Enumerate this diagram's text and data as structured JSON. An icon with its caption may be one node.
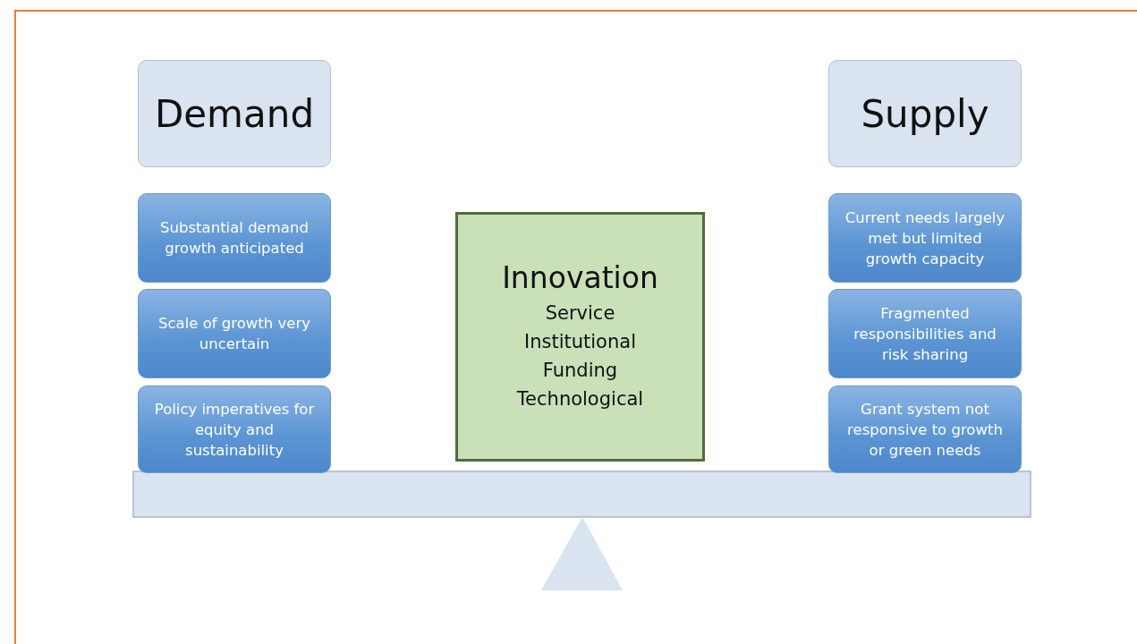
{
  "diagram": {
    "nodes": [
      {
        "text": [
          "Demand"
        ]
      },
      {
        "text": [
          "Substantial demand growth anticipated"
        ]
      },
      {
        "text": [
          "Scale of growth very uncertain"
        ]
      },
      {
        "text": [
          "Policy imperatives for equity and sustainability"
        ]
      },
      {
        "text": [
          "Innovation",
          "Service",
          "Institutional",
          "Funding",
          "Technological"
        ]
      },
      {
        "text": [
          "Supply"
        ]
      },
      {
        "text": [
          "Current needs largely met but limited growth capacity"
        ]
      },
      {
        "text": [
          "Fragmented responsibilities and risk sharing"
        ]
      },
      {
        "text": [
          "Grant system not responsive to growth or green needs"
        ]
      }
    ]
  }
}
